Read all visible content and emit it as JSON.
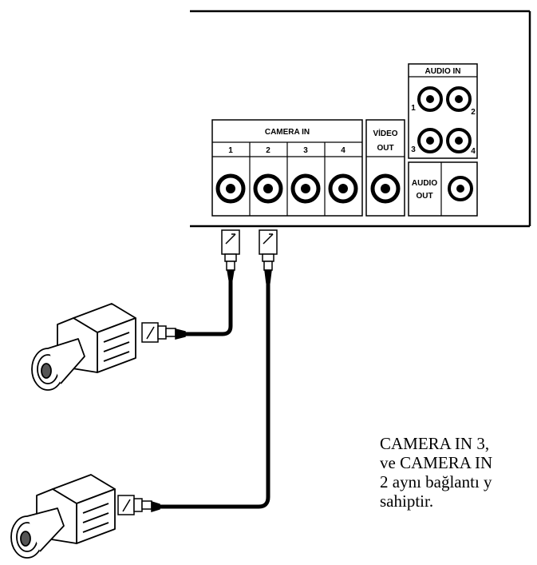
{
  "panel": {
    "camera_in": {
      "title": "CAMERA IN",
      "channels": [
        "1",
        "2",
        "3",
        "4"
      ]
    },
    "video_out": {
      "line1": "VİDEO",
      "line2": "OUT"
    },
    "audio_in": {
      "title": "AUDIO IN",
      "channel_labels": [
        "1",
        "2",
        "3",
        "4"
      ]
    },
    "audio_out": {
      "line1": "AUDIO",
      "line2": "OUT"
    }
  },
  "devices": {
    "camera_icon": "cctv-camera-icon",
    "connector_icon": "bnc-connector-icon"
  },
  "note": {
    "lines": [
      "CAMERA IN 3,",
      "ve CAMERA IN",
      "2 aynı bağlantı y",
      "sahiptir."
    ]
  }
}
